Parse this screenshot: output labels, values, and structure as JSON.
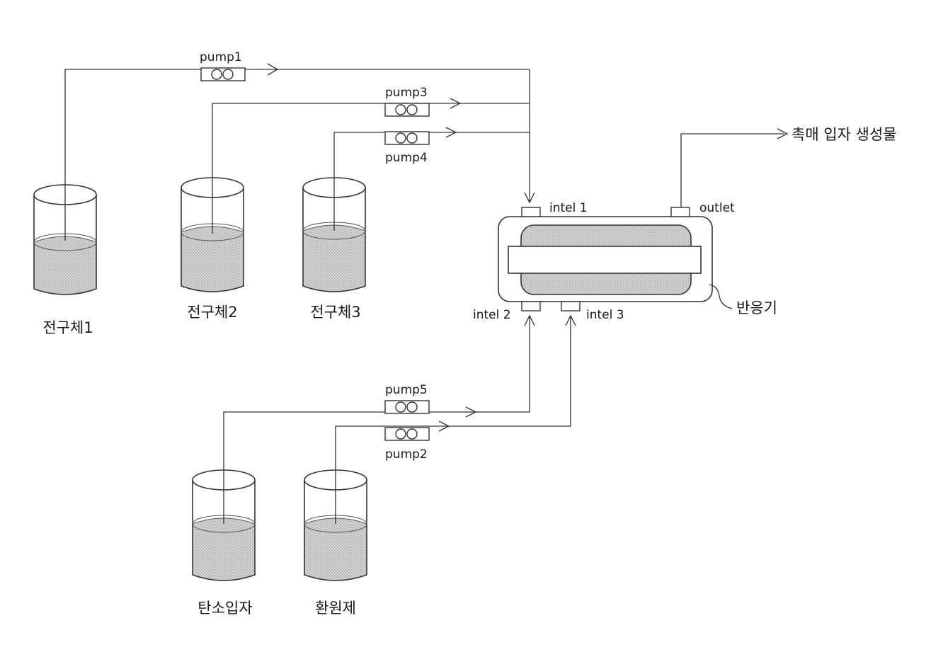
{
  "pumps": {
    "pump1": "pump1",
    "pump2": "pump2",
    "pump3": "pump3",
    "pump4": "pump4",
    "pump5": "pump5"
  },
  "ports": {
    "inlet1": "intel 1",
    "inlet2": "intel 2",
    "inlet3": "intel 3",
    "outlet": "outlet"
  },
  "containers": {
    "precursor1": "전구체1",
    "precursor2": "전구체2",
    "precursor3": "전구체3",
    "carbon": "탄소입자",
    "reductant": "환원제"
  },
  "reactor_label": "반응기",
  "product_label": "촉매 입자 생성물"
}
